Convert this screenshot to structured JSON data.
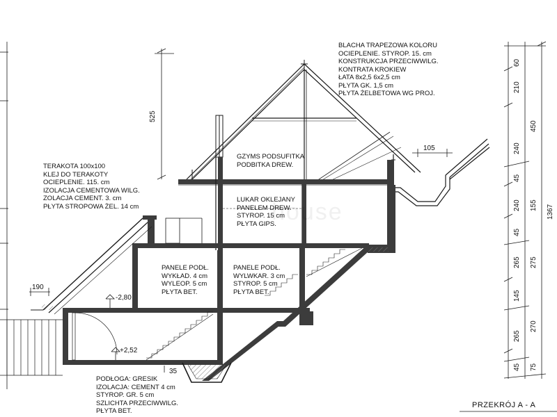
{
  "title": "PRZEKRÓJ A - A",
  "watermark": "house",
  "notes": {
    "roof": [
      "BLACHA TRAPEZOWA KOLORU",
      "OCIEPLENIE. STYROP. 15. cm",
      "KONSTRUKCJA PRZECIWWILG.",
      "KONTRATA KROKIEW",
      "ŁATA 8x2,5  6x2,5 cm",
      "PŁYTA GK. 1,5 cm",
      "PŁYTA ŻELBETOWA WG PROJ."
    ],
    "terrace": [
      "TERAKOTA 100x100",
      "KLEJ DO TERAKOTY",
      "OCIEPLENIE. 115. cm",
      "IZOLACJA  CEMENTOWA WILG.",
      "ZOLACJA CEMENT. 3. cm",
      "PŁYTA STROPOWA ŻEL. 14 cm"
    ],
    "soffit": [
      "GZYMS PODSUFITKA",
      "PODBITKA DREW."
    ],
    "dormer": [
      "LUKAR OKLEJANY",
      "PANELEM DREW.",
      "STYROP. 15 cm",
      "PŁYTA GIPS."
    ],
    "floor_left": [
      "PANELE PODŁ.",
      "WYKŁAD. 4 cm",
      "WYLEOP. 5 cm",
      "PŁYTA BET."
    ],
    "floor_right": [
      "PANELE PODŁ.",
      "WYLWKAR. 3 cm",
      "STYROP. 5 cm",
      "PŁYTA BET."
    ],
    "ground": [
      "PODŁOGA: GRESIK",
      "IZOLACJA: CEMENT 4 cm",
      "STYROP. GR. 5 cm",
      "SZLICHTA PRZECIWWILG.",
      "PŁYTA BET."
    ]
  },
  "dims": {
    "roof_height": "525",
    "eave": "105",
    "left_eave": "190",
    "level_upper": "-2,80",
    "level_lower": "+2,52",
    "footing": "35",
    "col1": [
      "60",
      "210",
      "240",
      "45",
      "240",
      "45",
      "265",
      "145",
      "265",
      "45"
    ],
    "col2": [
      "450",
      "155",
      "275",
      "270",
      "75"
    ],
    "total": "1367"
  },
  "colors": {
    "line": "#1a1a1a",
    "wall": "#3c3c3c",
    "hatch": "#9a9a9a"
  }
}
